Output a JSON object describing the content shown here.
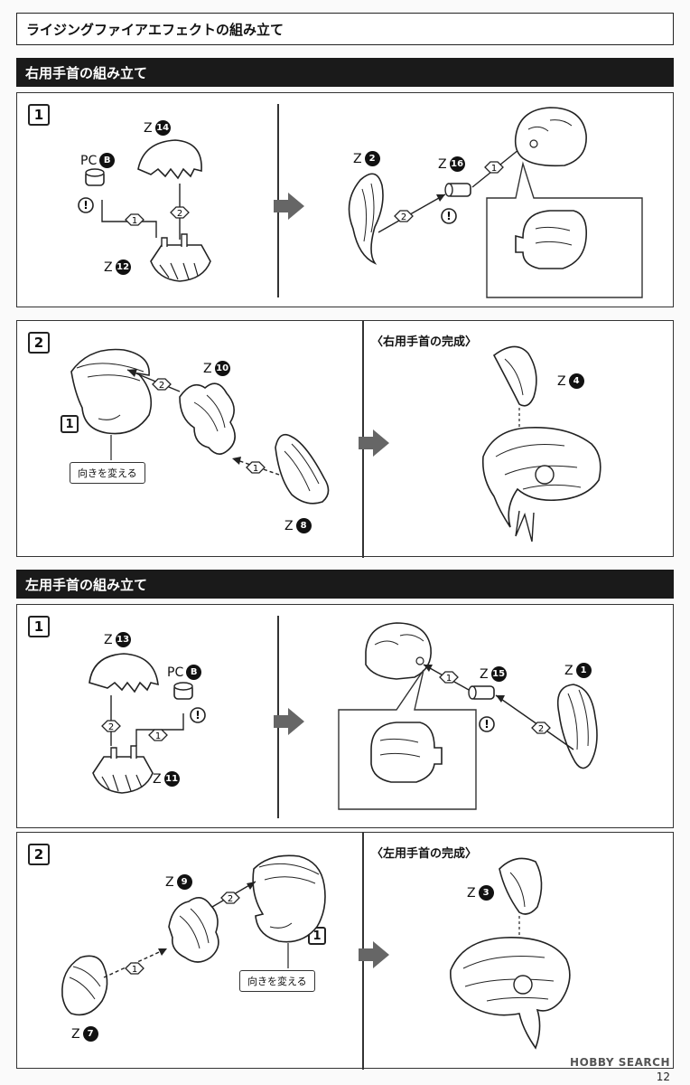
{
  "page_title": "ライジングファイアエフェクトの組み立て",
  "sections": [
    {
      "title": "右用手首の組み立て",
      "step1": {
        "badge": "1",
        "part_z14": {
          "prefix": "Z",
          "num": "14"
        },
        "part_pcb": {
          "prefix": "PC",
          "letter": "B"
        },
        "part_z12": {
          "prefix": "Z",
          "num": "12"
        },
        "part_z2": {
          "prefix": "Z",
          "num": "2"
        },
        "part_z16": {
          "prefix": "Z",
          "num": "16"
        }
      },
      "step2": {
        "badge": "2",
        "ref_badge": "1",
        "part_z10": {
          "prefix": "Z",
          "num": "10"
        },
        "part_z8": {
          "prefix": "Z",
          "num": "8"
        },
        "note": "向きを変える",
        "complete_caption": "〈右用手首の完成〉",
        "part_z4": {
          "prefix": "Z",
          "num": "4"
        }
      }
    },
    {
      "title": "左用手首の組み立て",
      "step1": {
        "badge": "1",
        "part_z13": {
          "prefix": "Z",
          "num": "13"
        },
        "part_pcb": {
          "prefix": "PC",
          "letter": "B"
        },
        "part_z11": {
          "prefix": "Z",
          "num": "11"
        },
        "part_z15": {
          "prefix": "Z",
          "num": "15"
        },
        "part_z1": {
          "prefix": "Z",
          "num": "1"
        }
      },
      "step2": {
        "badge": "2",
        "ref_badge": "1",
        "part_z9": {
          "prefix": "Z",
          "num": "9"
        },
        "part_z7": {
          "prefix": "Z",
          "num": "7"
        },
        "note": "向きを変える",
        "complete_caption": "〈左用手首の完成〉",
        "part_z3": {
          "prefix": "Z",
          "num": "3"
        }
      }
    }
  ],
  "step_seq": {
    "one": "1",
    "two": "2"
  },
  "attention_mark": "!",
  "watermark": "HOBBY SEARCH",
  "page_number": "12",
  "colors": {
    "ink": "#111111",
    "bar": "#1a1a1a",
    "arrow": "#666666"
  }
}
